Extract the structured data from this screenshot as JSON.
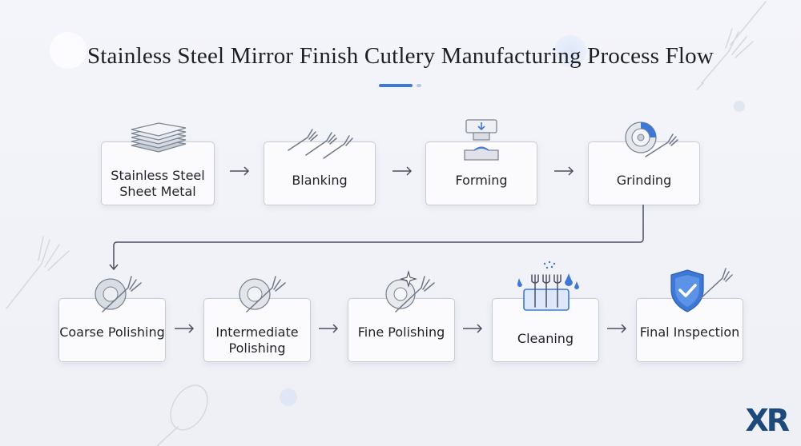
{
  "title": "Stainless Steel Mirror Finish Cutlery Manufacturing Process Flow",
  "colors": {
    "accent": "#3d78d6",
    "box_border": "#c9ccd4",
    "text": "#1f2228",
    "logo": "#1d4a7a"
  },
  "steps": [
    {
      "label": "Stainless Steel Sheet Metal",
      "icon": "sheet-stack-icon"
    },
    {
      "label": "Blanking",
      "icon": "fork-blanks-icon"
    },
    {
      "label": "Forming",
      "icon": "press-icon"
    },
    {
      "label": "Grinding",
      "icon": "grinding-wheel-icon"
    },
    {
      "label": "Coarse Polishing",
      "icon": "polishing-wheel-fork-icon"
    },
    {
      "label": "Intermediate Polishing",
      "icon": "polishing-wheel-fork-icon"
    },
    {
      "label": "Fine Polishing",
      "icon": "sparkle-fork-icon"
    },
    {
      "label": "Cleaning",
      "icon": "cleaning-bath-icon"
    },
    {
      "label": "Final Inspection",
      "icon": "shield-check-icon"
    }
  ],
  "logo_text": "XR"
}
